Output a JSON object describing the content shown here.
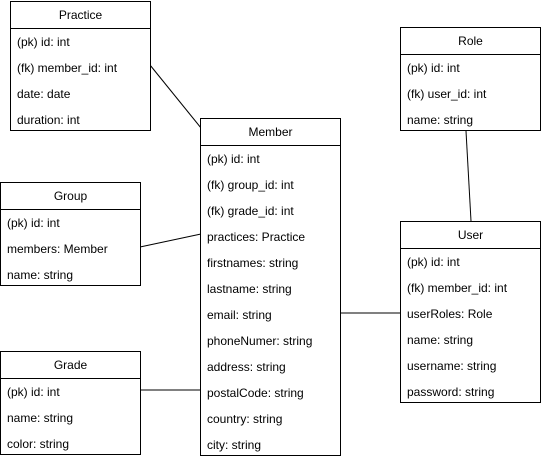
{
  "entities": {
    "practice": {
      "title": "Practice",
      "fields": [
        "(pk) id: int",
        "(fk) member_id: int",
        "date: date",
        "duration: int"
      ]
    },
    "role": {
      "title": "Role",
      "fields": [
        "(pk) id: int",
        "(fk) user_id: int",
        "name: string"
      ]
    },
    "member": {
      "title": "Member",
      "fields": [
        "(pk) id: int",
        "(fk) group_id: int",
        "(fk) grade_id: int",
        "practices: Practice",
        "firstnames: string",
        "lastname: string",
        "email: string",
        "phoneNumer: string",
        "address: string",
        "postalCode: string",
        "country: string",
        "city: string"
      ]
    },
    "group": {
      "title": "Group",
      "fields": [
        "(pk) id: int",
        "members: Member",
        "name: string"
      ]
    },
    "user": {
      "title": "User",
      "fields": [
        "(pk) id: int",
        "(fk) member_id: int",
        "userRoles: Role",
        "name: string",
        "username: string",
        "password: string"
      ]
    },
    "grade": {
      "title": "Grade",
      "fields": [
        "(pk) id: int",
        "name: string",
        "color: string"
      ]
    }
  }
}
